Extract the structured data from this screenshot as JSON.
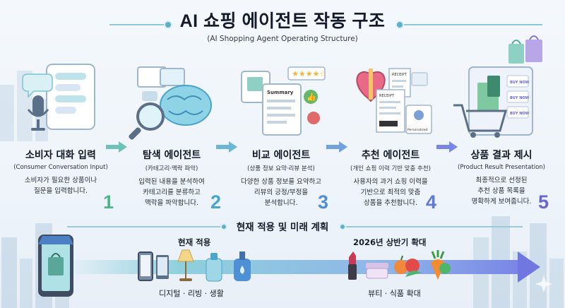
{
  "header": {
    "title": "AI 쇼핑 에이전트 작동 구조",
    "subtitle": "(AI Shopping Agent Operating Structure)"
  },
  "steps": [
    {
      "name": "소비자 대화 입력",
      "sub": "(Consumer Conversation Input)",
      "desc": [
        "소비자가 필요한 상품이나",
        "질문을 입력합니다."
      ],
      "number": "1",
      "color": "#4fb58a",
      "icons": [
        "chat-bubble-icon",
        "microphone-icon"
      ]
    },
    {
      "name": "탐색 에이전트",
      "sub": "(카테고리·맥락 파악)",
      "desc": [
        "입력된 내용을 분석하여",
        "카테고리를 분류하고",
        "맥락을 파악합니다."
      ],
      "number": "2",
      "color": "#4aa5c9",
      "icons": [
        "brain-icon",
        "magnifier-icon"
      ]
    },
    {
      "name": "비교 에이전트",
      "sub": "(상품 정보 요약·리뷰 분석)",
      "desc": [
        "다양한 상품 정보를 요약하고",
        "리뷰의 긍정/부정을",
        "분석합니다."
      ],
      "number": "3",
      "color": "#4e8fd6",
      "icons": [
        "summary-document-icon",
        "thumbs-up-icon",
        "thumbs-down-icon"
      ],
      "summary_label": "Summary"
    },
    {
      "name": "추천 에이전트",
      "sub": "(개인 쇼핑 이력 기반 맞춤 추천)",
      "desc": [
        "사용자의 과거 쇼핑 이력을",
        "기반으로 최적의 맞춤",
        "상품을 추천합니다."
      ],
      "number": "4",
      "color": "#6079d6",
      "icons": [
        "heart-gift-icon",
        "receipt-icon"
      ],
      "receipt_label": "RECEIPT",
      "badge_label": "Personalized"
    },
    {
      "name": "상품 결과 제시",
      "sub": "(Product Result Presentation)",
      "desc": [
        "최종적으로 선정된",
        "추천 상품 목록을",
        "명확하게 보여줍니다."
      ],
      "number": "5",
      "color": "#6a66d0",
      "icons": [
        "shopping-cart-icon",
        "product-list-icon"
      ],
      "buy_label": "BUY NOW"
    }
  ],
  "bottom": {
    "title": "현재 적용 및 미래 계획",
    "current_title": "현재 적용",
    "current_caption": "디지털 · 리빙 · 생활",
    "future_title": "2026년 상반기 확대",
    "future_caption": "뷰티 · 식품 확대",
    "current_icons": [
      "smartphone-icon",
      "tablet-icon",
      "lamp-icon",
      "detergent-bottle-icon",
      "soap-bottle-icon"
    ],
    "future_icons": [
      "lipstick-icon",
      "cream-jar-icon",
      "fruit-basket-icon",
      "vegetables-icon"
    ]
  },
  "colors": {
    "accent_teal": "#5db0c7",
    "text_dark": "#131a2a"
  }
}
